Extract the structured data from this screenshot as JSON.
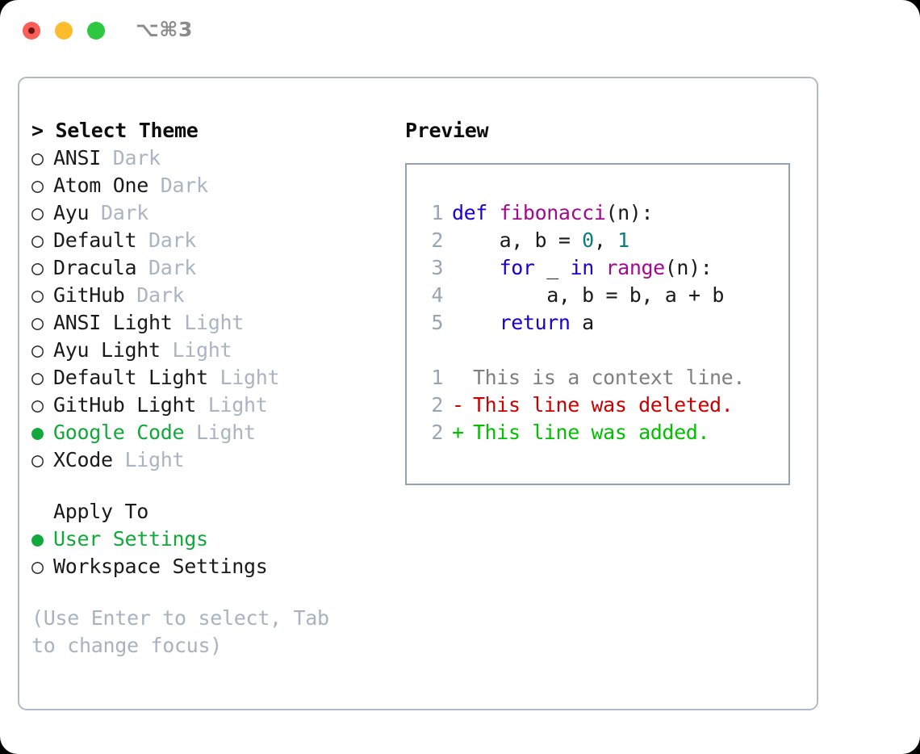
{
  "titlebar": {
    "shortcut": "⌥⌘3",
    "lights": [
      "close-red",
      "minimize-yellow",
      "maximize-green"
    ]
  },
  "theme_picker": {
    "title": "> Select Theme",
    "prompt_symbol": ">",
    "marker_unselected": "○",
    "marker_selected": "●",
    "options": [
      {
        "marker": "○",
        "name": "ANSI",
        "tag": "Dark",
        "selected": false
      },
      {
        "marker": "○",
        "name": "Atom One",
        "tag": "Dark",
        "selected": false
      },
      {
        "marker": "○",
        "name": "Ayu",
        "tag": "Dark",
        "selected": false
      },
      {
        "marker": "○",
        "name": "Default",
        "tag": "Dark",
        "selected": false
      },
      {
        "marker": "○",
        "name": "Dracula",
        "tag": "Dark",
        "selected": false
      },
      {
        "marker": "○",
        "name": "GitHub",
        "tag": "Dark",
        "selected": false
      },
      {
        "marker": "○",
        "name": "ANSI Light",
        "tag": "Light",
        "selected": false
      },
      {
        "marker": "○",
        "name": "Ayu Light",
        "tag": "Light",
        "selected": false
      },
      {
        "marker": "○",
        "name": "Default Light",
        "tag": "Light",
        "selected": false
      },
      {
        "marker": "○",
        "name": "GitHub Light",
        "tag": "Light",
        "selected": false
      },
      {
        "marker": "●",
        "name": "Google Code",
        "tag": "Light",
        "selected": true
      },
      {
        "marker": "○",
        "name": "XCode",
        "tag": "Light",
        "selected": false
      }
    ]
  },
  "apply_to": {
    "title": "Apply To",
    "options": [
      {
        "marker": "●",
        "name": "User Settings",
        "selected": true
      },
      {
        "marker": "○",
        "name": "Workspace Settings",
        "selected": false
      }
    ]
  },
  "hint": "(Use Enter to select, Tab to change focus)",
  "preview": {
    "title": "Preview",
    "code_lines": [
      {
        "lineno": "1",
        "tokens": [
          {
            "t": "def",
            "c": "kw"
          },
          {
            "t": " ",
            "c": "plain"
          },
          {
            "t": "fibonacci",
            "c": "fn"
          },
          {
            "t": "(n):",
            "c": "plain"
          }
        ]
      },
      {
        "lineno": "2",
        "tokens": [
          {
            "t": "    a, b = ",
            "c": "plain"
          },
          {
            "t": "0",
            "c": "num"
          },
          {
            "t": ", ",
            "c": "plain"
          },
          {
            "t": "1",
            "c": "num"
          }
        ]
      },
      {
        "lineno": "3",
        "tokens": [
          {
            "t": "    ",
            "c": "plain"
          },
          {
            "t": "for",
            "c": "kw"
          },
          {
            "t": " _ ",
            "c": "plain"
          },
          {
            "t": "in",
            "c": "kw"
          },
          {
            "t": " ",
            "c": "plain"
          },
          {
            "t": "range",
            "c": "fn"
          },
          {
            "t": "(n):",
            "c": "plain"
          }
        ]
      },
      {
        "lineno": "4",
        "tokens": [
          {
            "t": "        a, b = b, a + b",
            "c": "plain"
          }
        ]
      },
      {
        "lineno": "5",
        "tokens": [
          {
            "t": "    ",
            "c": "plain"
          },
          {
            "t": "return",
            "c": "kw"
          },
          {
            "t": " a",
            "c": "plain"
          }
        ]
      }
    ],
    "diff_lines": [
      {
        "lineno": "1",
        "sign": " ",
        "text": "This is a context line.",
        "kind": "ctx"
      },
      {
        "lineno": "2",
        "sign": "-",
        "text": "This line was deleted.",
        "kind": "del"
      },
      {
        "lineno": "2",
        "sign": "+",
        "text": "This line was added.",
        "kind": "add"
      }
    ]
  },
  "colors": {
    "accent_green": "#12a83c",
    "tag_gray": "#aab4c2",
    "hint_gray": "#a9b2c0",
    "panel_border": "#b2bac6",
    "preview_border": "#95a2b5",
    "keyword": "#1c00cf",
    "function": "#a30a8f",
    "number": "#0e7c7b",
    "diff_deleted": "#cc0000",
    "diff_added": "#00c000",
    "diff_context": "#7f7f7f",
    "light_red": "#fb5f57",
    "light_yellow": "#fdbc2e",
    "light_green": "#2bc840"
  }
}
